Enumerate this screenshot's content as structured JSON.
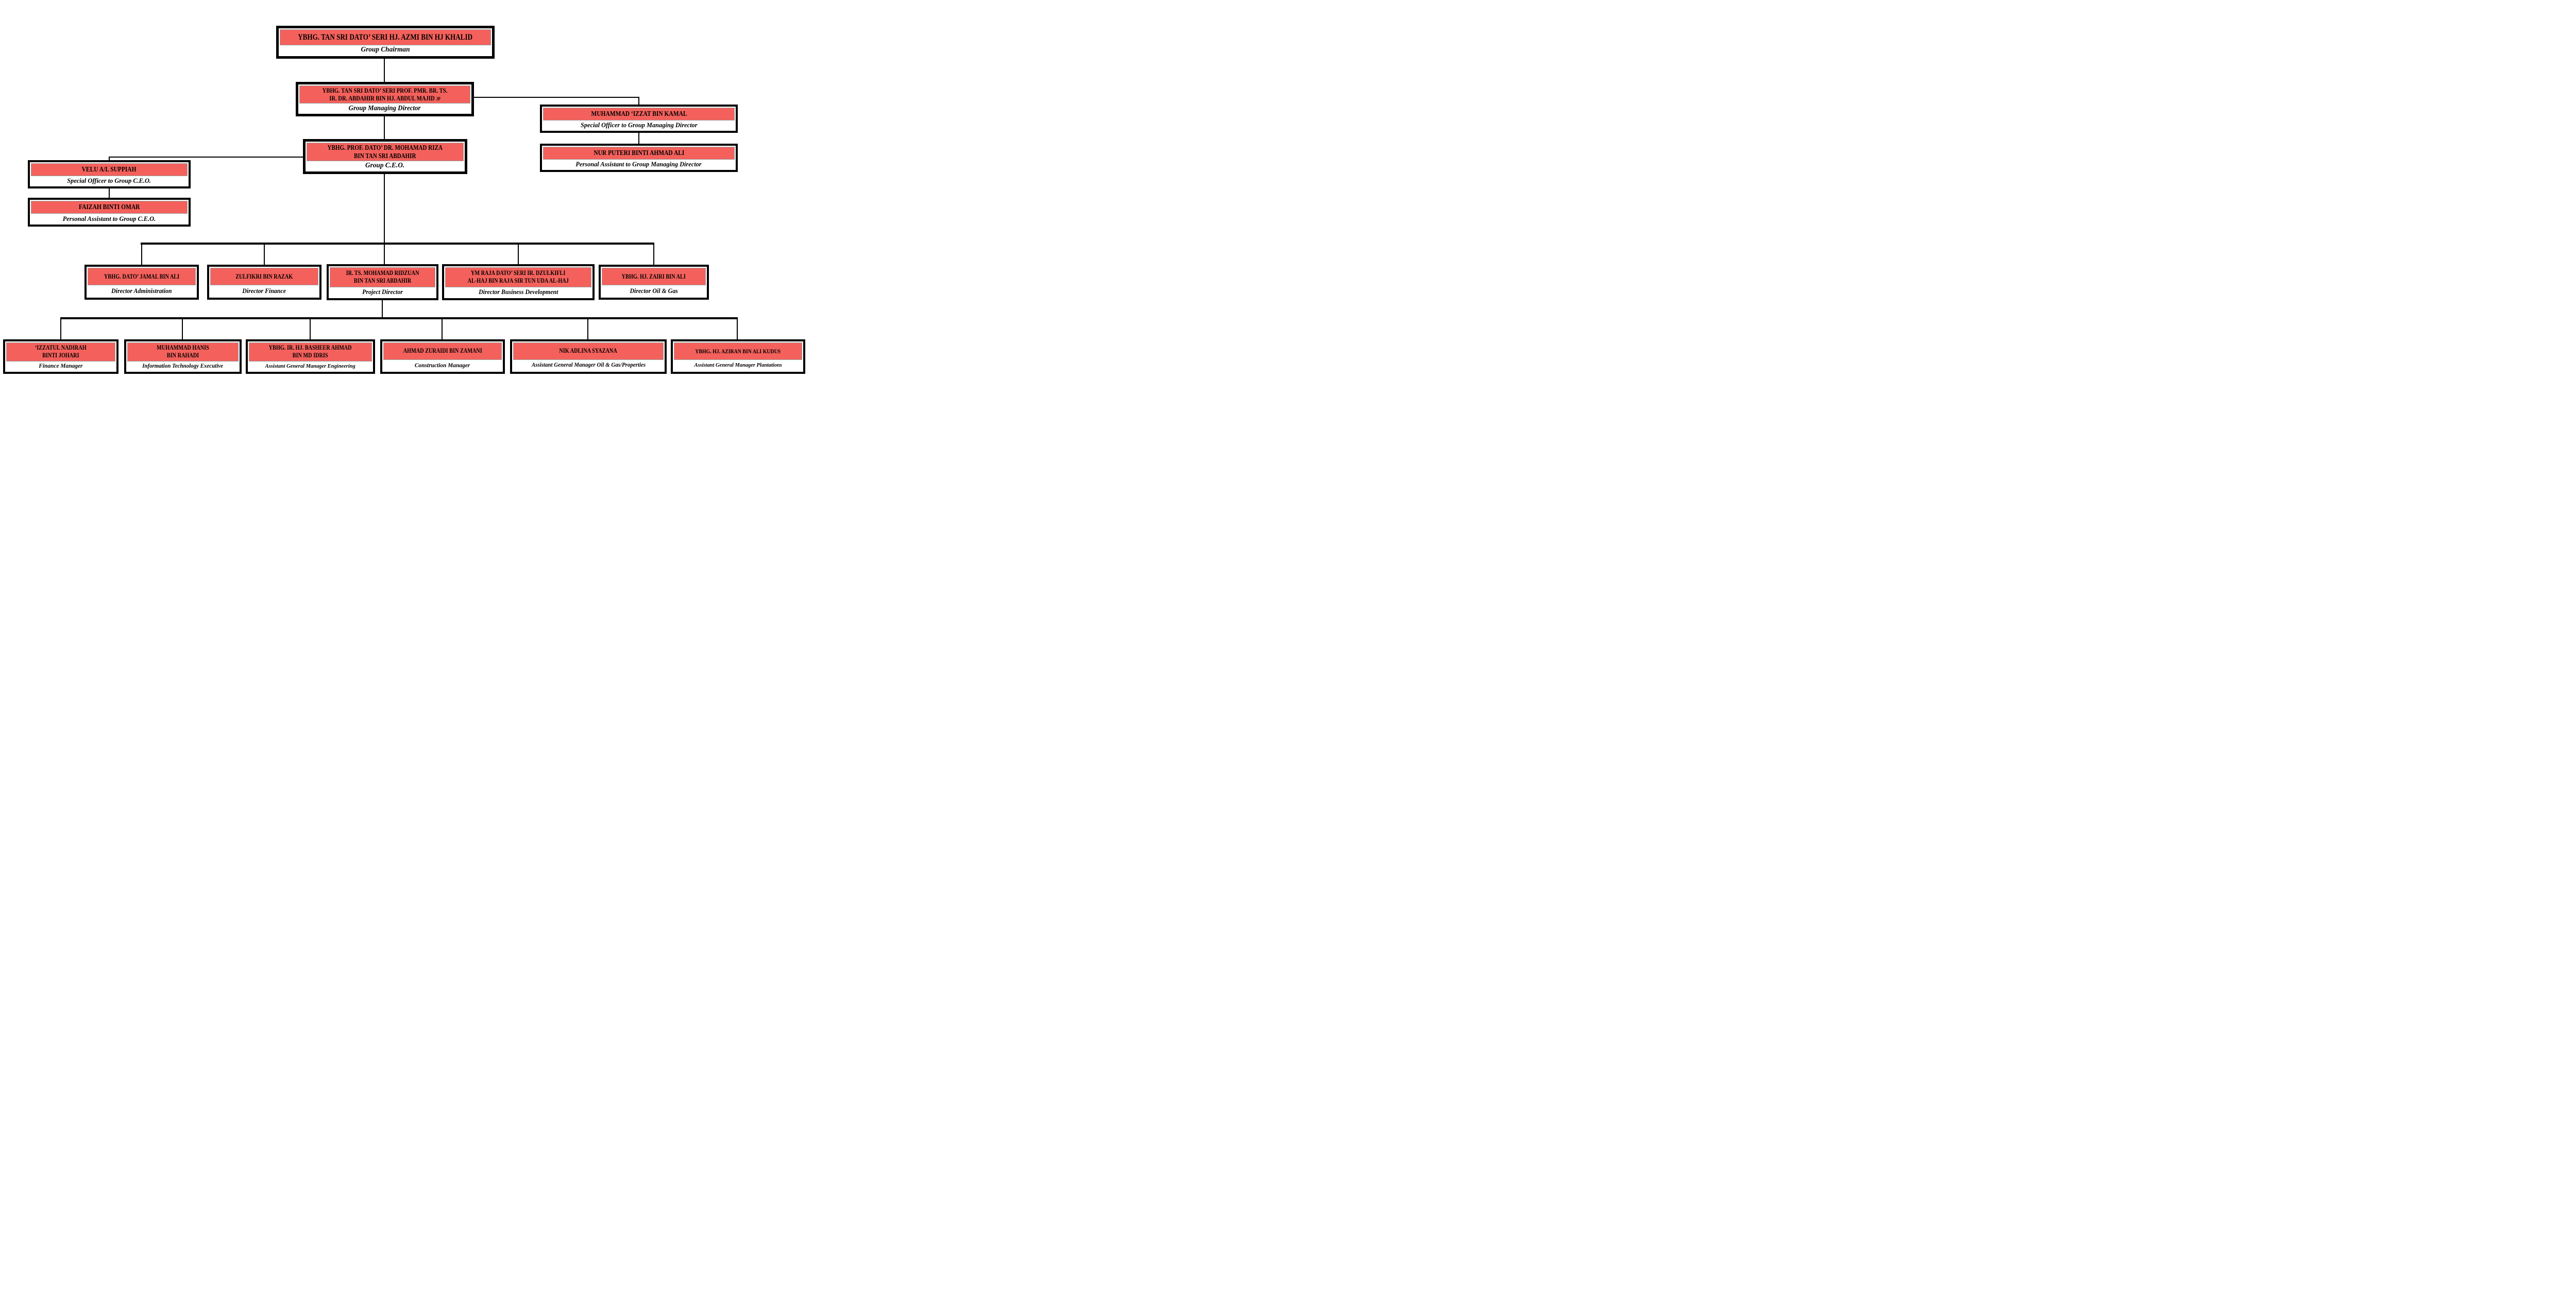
{
  "palette": {
    "node_header_red": "#F4615C",
    "node_border": "#000000",
    "connector": "#000000",
    "header_edge_gray": "#9c9c9c",
    "background": "#ffffff"
  },
  "nodes": {
    "chairman": {
      "name": "YBHG. TAN SRI DATO’ SERI HJ. AZMI BIN HJ KHALID",
      "title": "Group Chairman"
    },
    "gmd": {
      "name": "YBHG. TAN SRI DATO’ SERI PROF. PMR. BR. TS.\nIR. DR. ABDAHIR BIN HJ. ABDUL MAJID",
      "suffix": "JP",
      "title": "Group Managing Director"
    },
    "izzat": {
      "name": "MUHAMMAD ‘IZZAT BIN KAMAL",
      "title": "Special Officer to Group Managing Director"
    },
    "nurputeri": {
      "name": "NUR PUTERI BINTI AHMAD ALI",
      "title": "Personal Assistant to Group Managing Director"
    },
    "ceo": {
      "name": "YBHG. PROF. DATO’ DR. MOHAMAD RIZA\nBIN TAN SRI ABDAHIR",
      "title": "Group C.E.O."
    },
    "velu": {
      "name": "VELU A/L SUPPIAH",
      "title": "Special Officer to Group C.E.O."
    },
    "faizah": {
      "name": "FAIZAH BINTI OMAR",
      "title": "Personal Assistant to Group C.E.O."
    },
    "jamal": {
      "name": "YBHG. DATO’ JAMAL BIN ALI",
      "title": "Director Administration"
    },
    "zulfikri": {
      "name": "ZULFIKRI BIN RAZAK",
      "title": "Director Finance"
    },
    "ridzuan": {
      "name": "IR. TS. MOHAMAD RIDZUAN\nBIN TAN SRI ABDAHIR",
      "title": "Project Director"
    },
    "dzulkifli": {
      "name": "YM RAJA DATO’ SERI IR. DZULKIFLI\nAL-HAJ BIN RAJA SIR TUN UDA AL-HAJ",
      "title": "Director Business Development"
    },
    "zairi": {
      "name": "YBHG. HJ. ZAIRI BIN ALI",
      "title": "Director Oil & Gas"
    },
    "izzatul": {
      "name": "‘IZZATUL NADIRAH\nBINTI JOHARI",
      "title": "Finance Manager"
    },
    "hanis": {
      "name": "MUHAMMAD HANIS\nBIN RAHADI",
      "title": "Information Technology Executive"
    },
    "basheer": {
      "name": "YBHG. IR. HJ. BASHEER AHMAD\nBIN MD IDRIS",
      "title": "Assistant General Manager Engineering"
    },
    "zuraidi": {
      "name": "AHMAD ZURAIDI BIN ZAMANI",
      "title": "Construction Manager"
    },
    "nikadlina": {
      "name": "NIK ADLINA SYAZANA",
      "title": "Assistant General Manager Oil & Gas/Properties"
    },
    "aziran": {
      "name": "YBHG. HJ. AZIRAN BIN ALI KUDUS",
      "title": "Assistant General Manager Plantations"
    }
  }
}
